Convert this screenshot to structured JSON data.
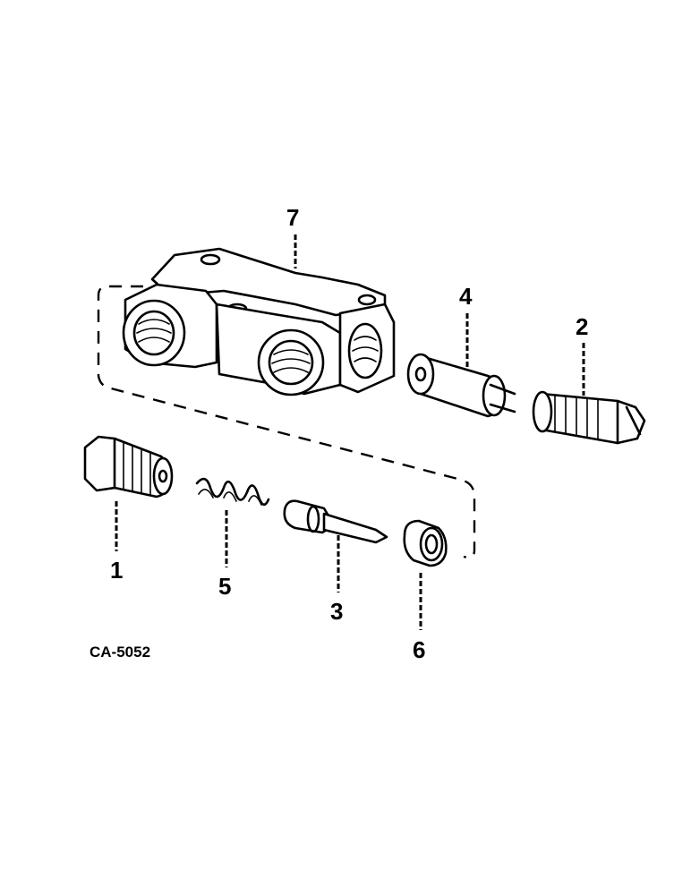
{
  "diagram": {
    "figure_code": "CA-5052",
    "callouts": [
      {
        "id": "1"
      },
      {
        "id": "2"
      },
      {
        "id": "3"
      },
      {
        "id": "4"
      },
      {
        "id": "5"
      },
      {
        "id": "6"
      },
      {
        "id": "7"
      }
    ]
  }
}
